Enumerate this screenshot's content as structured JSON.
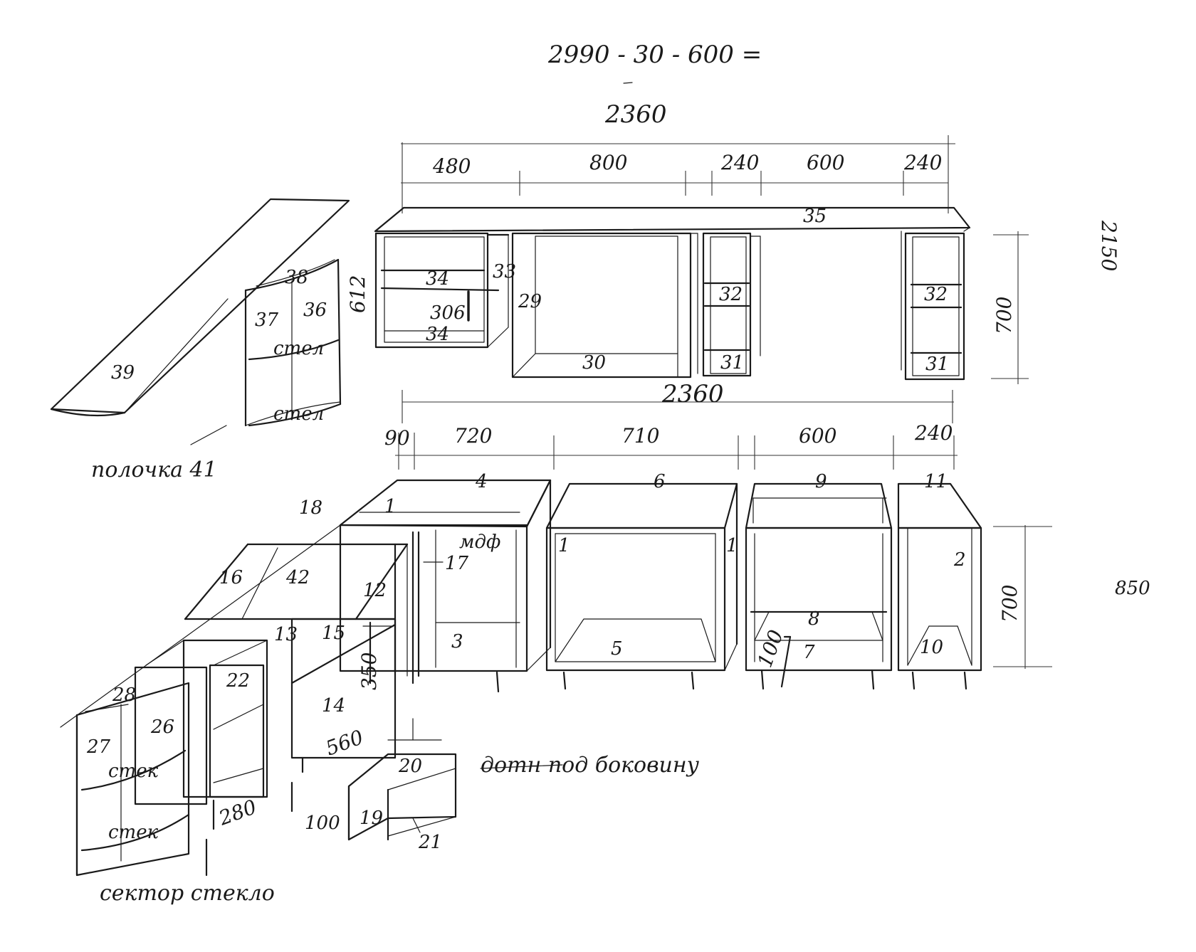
{
  "header": {
    "formula": "2990 - 30 - 600 =",
    "total_upper": "2360"
  },
  "upper": {
    "segments": [
      "480",
      "800",
      "240",
      "600",
      "240"
    ],
    "height": "700",
    "corner_width": "612",
    "wall_height": "2150",
    "labels": [
      "35",
      "34",
      "33",
      "306",
      "34",
      "29",
      "30",
      "32",
      "31",
      "32",
      "31"
    ]
  },
  "lower": {
    "total": "2360",
    "segments": [
      "90",
      "720",
      "710",
      "600",
      "240"
    ],
    "height": "700",
    "side_note": "850",
    "labels": [
      "4",
      "6",
      "9",
      "11",
      "1",
      "1",
      "1",
      "2",
      "3",
      "5",
      "8",
      "7",
      "10",
      "18",
      "17",
      "мдф",
      "16",
      "42",
      "12",
      "13",
      "15",
      "14",
      "22",
      "28",
      "26",
      "27",
      "стек",
      "стек",
      "20",
      "19",
      "21"
    ],
    "dims": [
      "350",
      "100",
      "560",
      "280",
      "100"
    ]
  },
  "corner_upper": {
    "labels": [
      "38",
      "37",
      "36",
      "стел",
      "стел",
      "39"
    ],
    "note": "полочка 41"
  },
  "notes": {
    "sector": "сектор стекло",
    "bottom": "дотн под боковину"
  }
}
